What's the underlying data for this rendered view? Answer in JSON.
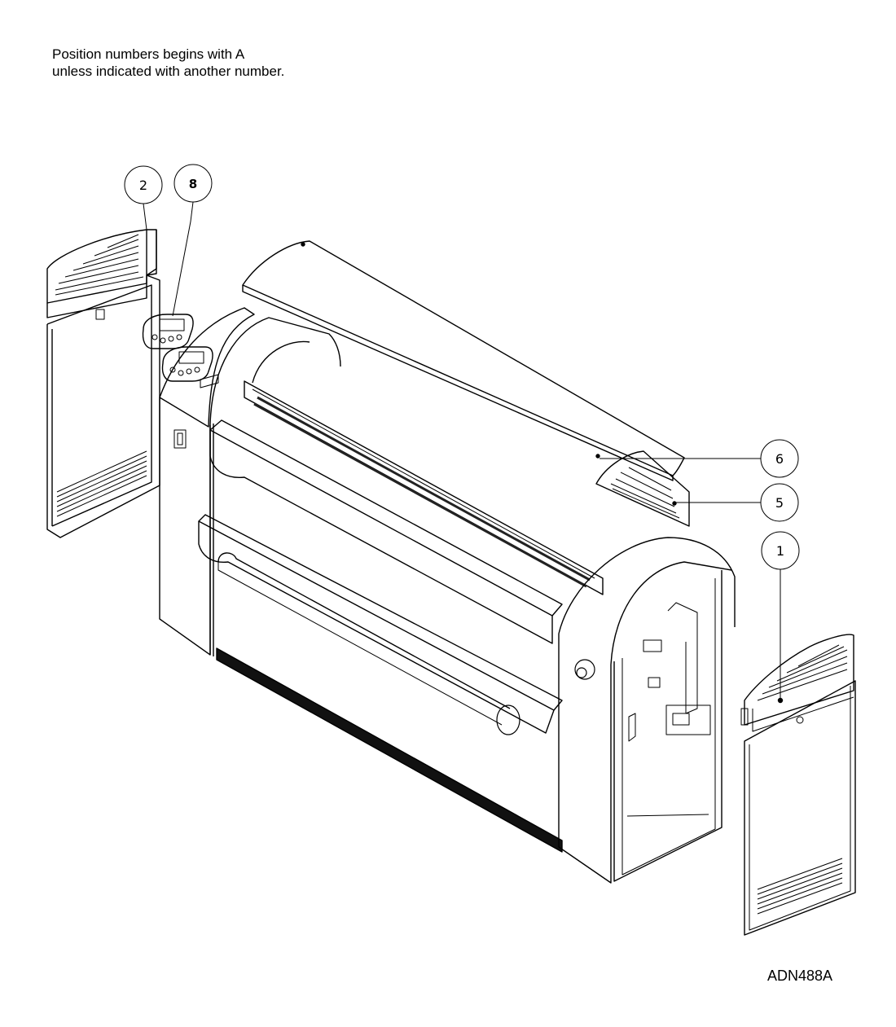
{
  "note": {
    "line1": "Position numbers begins with A",
    "line2": "unless indicated with another number."
  },
  "drawing_code": "ADN488A",
  "callouts": [
    {
      "id": "c2",
      "label": "2",
      "bold": false
    },
    {
      "id": "c8",
      "label": "8",
      "bold": true
    },
    {
      "id": "c6",
      "label": "6",
      "bold": false
    },
    {
      "id": "c5",
      "label": "5",
      "bold": false
    },
    {
      "id": "c1",
      "label": "1",
      "bold": false
    }
  ]
}
